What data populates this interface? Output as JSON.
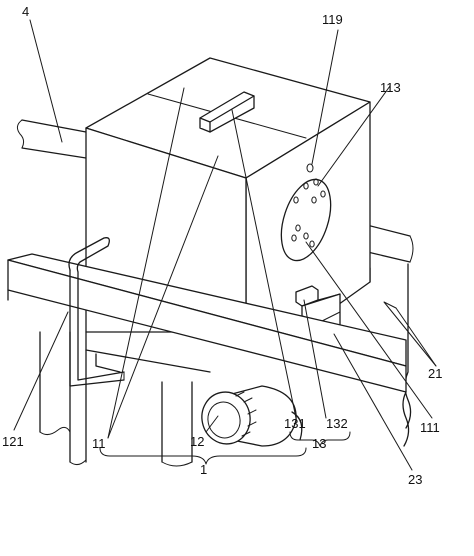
{
  "labels": {
    "l4": "4",
    "l119": "119",
    "l113": "113",
    "l21": "21",
    "l111": "111",
    "l23": "23",
    "l121": "121",
    "l11": "11",
    "l12": "12",
    "l131": "131",
    "l132": "132",
    "l13": "13",
    "l1": "1"
  }
}
